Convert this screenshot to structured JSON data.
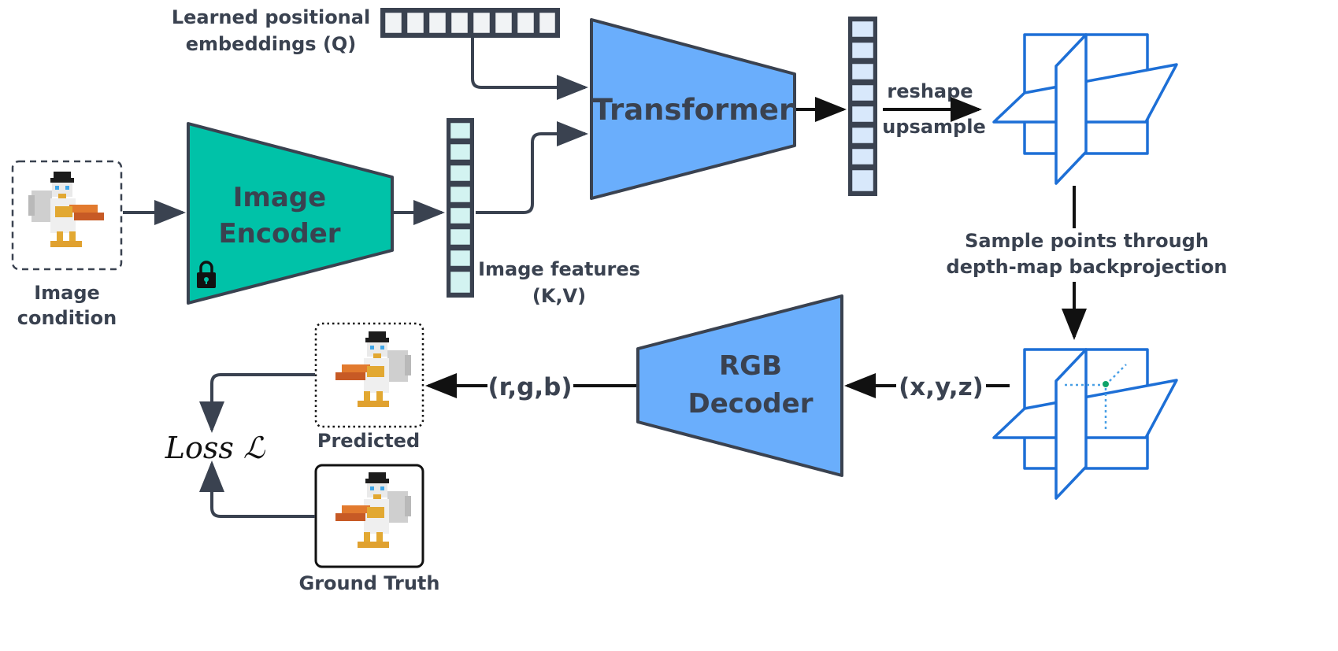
{
  "labels": {
    "learned_embeddings_line1": "Learned positional",
    "learned_embeddings_line2": "embeddings (Q)",
    "transformer": "Transformer",
    "image_encoder_line1": "Image",
    "image_encoder_line2": "Encoder",
    "image_features_line1": "Image features",
    "image_features_line2": "(K,V)",
    "image_condition_line1": "Image",
    "image_condition_line2": "condition",
    "reshape": "reshape",
    "upsample": "upsample",
    "sample_points_line1": "Sample points through",
    "sample_points_line2": "depth-map backprojection",
    "rgb_decoder_line1": "RGB",
    "rgb_decoder_line2": "Decoder",
    "rgb_output": "(r,g,b)",
    "xyz_input": "(x,y,z)",
    "predicted": "Predicted",
    "ground_truth": "Ground Truth",
    "loss": "Loss ℒ"
  },
  "colors": {
    "encoder": "#00c2a8",
    "transformer": "#6aaefc",
    "decoder": "#6aaefc",
    "outline": "#3a4250",
    "triplane": "#1d6fd6"
  },
  "icons": {
    "lock": "lock-icon",
    "bird": "voxel-bird-icon"
  }
}
